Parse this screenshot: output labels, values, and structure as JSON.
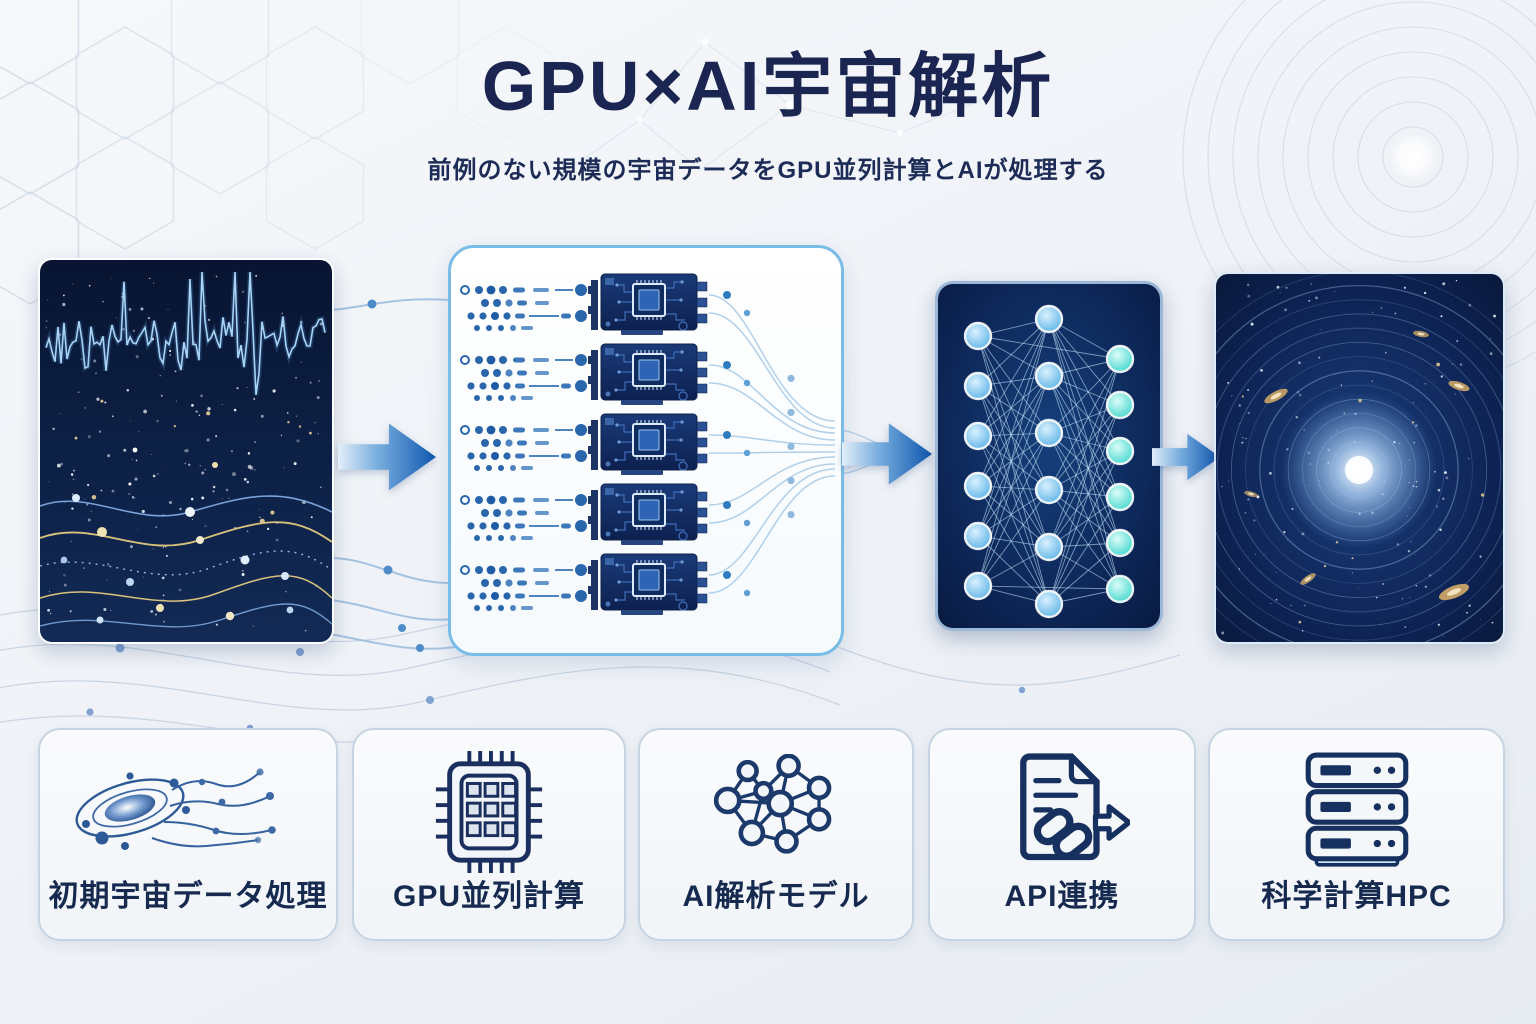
{
  "header": {
    "title": "GPU×AI宇宙解析",
    "subtitle": "前例のない規模の宇宙データをGPU並列計算とAIが処理する"
  },
  "pipeline": {
    "stages": [
      {
        "icon": "cosmic-signal-data-panel"
      },
      {
        "icon": "gpu-array-panel",
        "gpu_count": 5
      },
      {
        "icon": "neural-network-panel"
      },
      {
        "icon": "galaxy-result-panel"
      }
    ],
    "arrow_icon": "flow-arrow-right"
  },
  "cards": [
    {
      "label": "初期宇宙データ処理",
      "icon": "galaxy-flow-icon"
    },
    {
      "label": "GPU並列計算",
      "icon": "gpu-chip-icon"
    },
    {
      "label": "AI解析モデル",
      "icon": "network-graph-icon"
    },
    {
      "label": "API連携",
      "icon": "document-link-arrow-icon"
    },
    {
      "label": "科学計算HPC",
      "icon": "server-stack-icon"
    }
  ],
  "colors": {
    "title_navy": "#1b2551",
    "label_navy": "#16294f",
    "accent_blue": "#1668c1",
    "panel_border_blue": "#79bce6",
    "dark_panel_navy": "#0b1d44",
    "gold_line": "#d9c27c"
  }
}
